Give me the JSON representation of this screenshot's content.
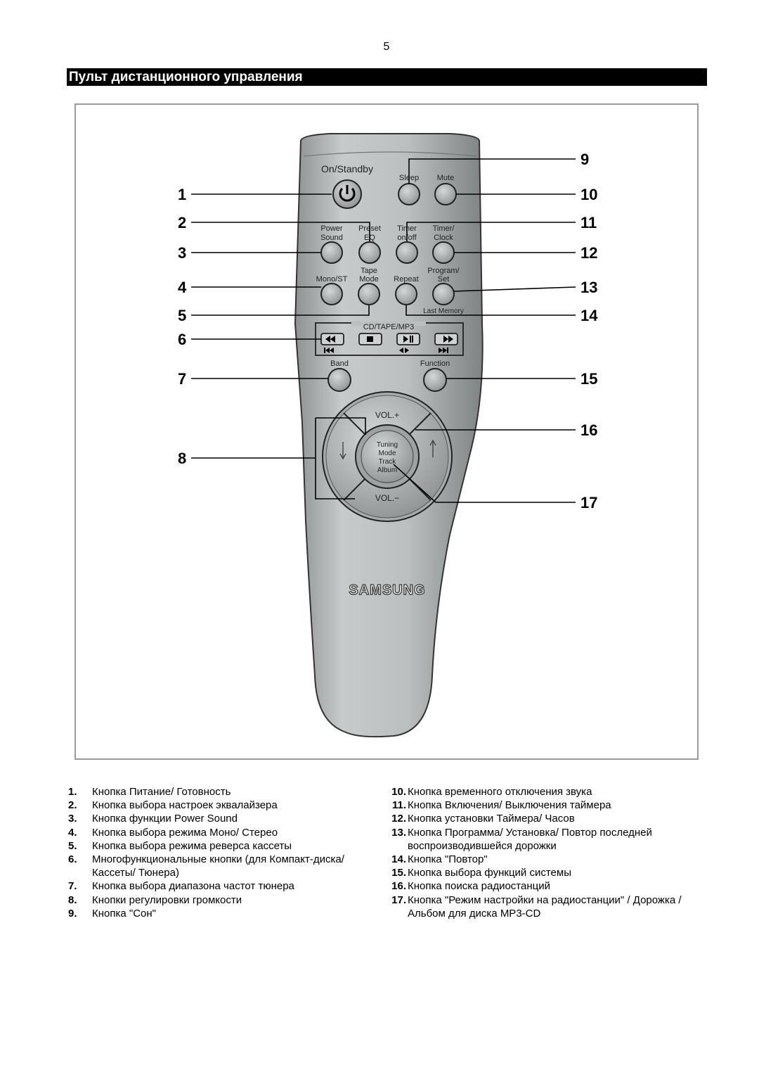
{
  "page": {
    "number": "5",
    "title": "Пульт дистанционного управления"
  },
  "remote": {
    "labels": {
      "on_standby": "On/Standby",
      "sleep": "Sleep",
      "mute": "Mute",
      "power_sound_1": "Power",
      "power_sound_2": "Sound",
      "preset_eq_1": "Preset",
      "preset_eq_2": "EQ",
      "timer_onoff_1": "Timer",
      "timer_onoff_2": "on/off",
      "timer_clock_1": "Timer/",
      "timer_clock_2": "Clock",
      "mono_st": "Mono/ST",
      "tape_mode_1": "Tape",
      "tape_mode_2": "Mode",
      "repeat": "Repeat",
      "program_set_1": "Program/",
      "program_set_2": "Set",
      "last_memory": "Last Memory",
      "cd_tape_mp3": "CD/TAPE/MP3",
      "band": "Band",
      "function": "Function",
      "vol_plus": "VOL.+",
      "vol_minus": "VOL.−",
      "tuning_1": "Tuning",
      "tuning_2": "Mode",
      "tuning_3": "Track",
      "tuning_4": "Album",
      "brand": "SAMSUNG"
    },
    "callouts": [
      "1",
      "2",
      "3",
      "4",
      "5",
      "6",
      "7",
      "8",
      "9",
      "10",
      "11",
      "12",
      "13",
      "14",
      "15",
      "16",
      "17"
    ]
  },
  "legend": {
    "left": [
      {
        "num": "1.",
        "text": "Кнопка Питание/ Готовность"
      },
      {
        "num": "2.",
        "text": "Кнопка выбора настроек эквалайзера"
      },
      {
        "num": "3.",
        "text": "Кнопка функции Power Sound"
      },
      {
        "num": "4.",
        "text": "Кнопка выбора режима Моно/ Стерео"
      },
      {
        "num": "5.",
        "text": "Кнопка выбора режима реверса кассеты"
      },
      {
        "num": "6.",
        "text": "Многофункциональные кнопки (для Компакт-диска/ Кассеты/ Тюнера)"
      },
      {
        "num": "7.",
        "text": "Кнопка выбора диапазона частот тюнера"
      },
      {
        "num": "8.",
        "text": "Кнопки регулировки громкости"
      },
      {
        "num": "9.",
        "text": "Кнопка \"Сон\""
      }
    ],
    "right": [
      {
        "num": "10.",
        "text": "Кнопка временного отключения звука"
      },
      {
        "num": "11.",
        "text": "Кнопка Включения/ Выключения таймера"
      },
      {
        "num": "12.",
        "text": "Кнопка установки Таймера/ Часов"
      },
      {
        "num": "13.",
        "text": "Кнопка Программа/ Установка/ Повтор последней воспроизводившейся дорожки"
      },
      {
        "num": "14.",
        "text": "Кнопка \"Повтор\""
      },
      {
        "num": "15.",
        "text": "Кнопка выбора функций системы"
      },
      {
        "num": "16.",
        "text": "Кнопка поиска радиостанций"
      },
      {
        "num": "17.",
        "text": "Кнопка \"Режим настройки на радиостанции\" / Дорожка / Альбом для диска MP3-CD"
      }
    ]
  },
  "colors": {
    "remote_body": "#b9bcbc",
    "button": "#a9adad",
    "title_bar": "#000000",
    "frame": "#9a9a9a"
  }
}
